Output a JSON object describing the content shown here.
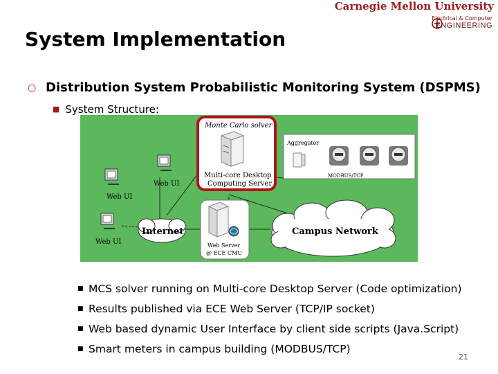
{
  "header": {
    "university": "Carnegie Mellon University",
    "dept_small": "Electrical & Computer",
    "dept_big": "ENGINEERING"
  },
  "slide": {
    "title": "System Implementation",
    "level1": "Distribution System Probabilistic Monitoring System (DSPMS)",
    "level2": "System Structure:",
    "page_number": "21",
    "bullets": [
      "MCS solver running on Multi-core Desktop Server (Code optimization)",
      "Results published via ECE Web Server (TCP/IP socket)",
      "Web based dynamic User Interface by client side scripts (Java.Script)",
      "Smart meters in campus building (MODBUS/TCP)"
    ]
  },
  "diagram": {
    "monte_carlo": "Monte Carlo solver",
    "server_line1": "Multi-core Desktop",
    "server_line2": "Computing Server",
    "aggregator": "Aggregator",
    "modbus": "MODBUS/TCP",
    "web_ui": "Web UI",
    "internet": "Internet",
    "campus": "Campus Network",
    "web_server_line1": "Web Server",
    "web_server_line2": "@ ECE CMU"
  },
  "colors": {
    "diagram_bg": "#5cb85c",
    "accent": "#9b1c20"
  }
}
